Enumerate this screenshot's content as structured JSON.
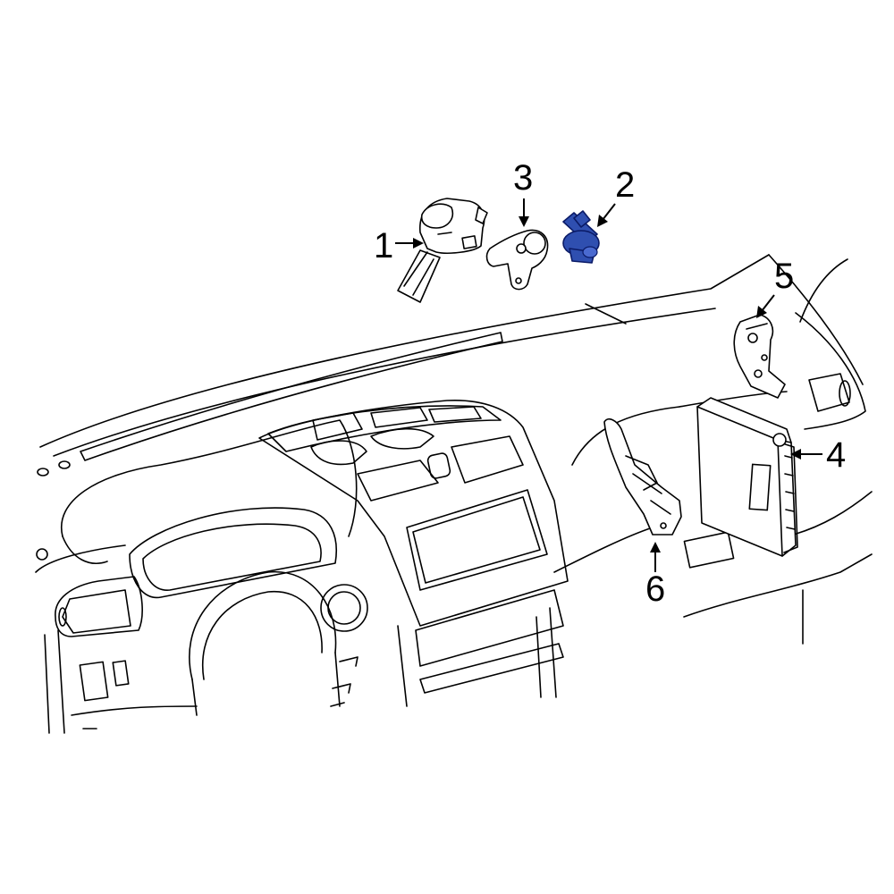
{
  "callouts": [
    {
      "id": "1",
      "label": "1"
    },
    {
      "id": "2",
      "label": "2"
    },
    {
      "id": "3",
      "label": "3"
    },
    {
      "id": "4",
      "label": "4"
    },
    {
      "id": "5",
      "label": "5"
    },
    {
      "id": "6",
      "label": "6"
    }
  ],
  "colors": {
    "highlight": "#2f4fb0",
    "line": "#000000",
    "background": "#ffffff"
  }
}
